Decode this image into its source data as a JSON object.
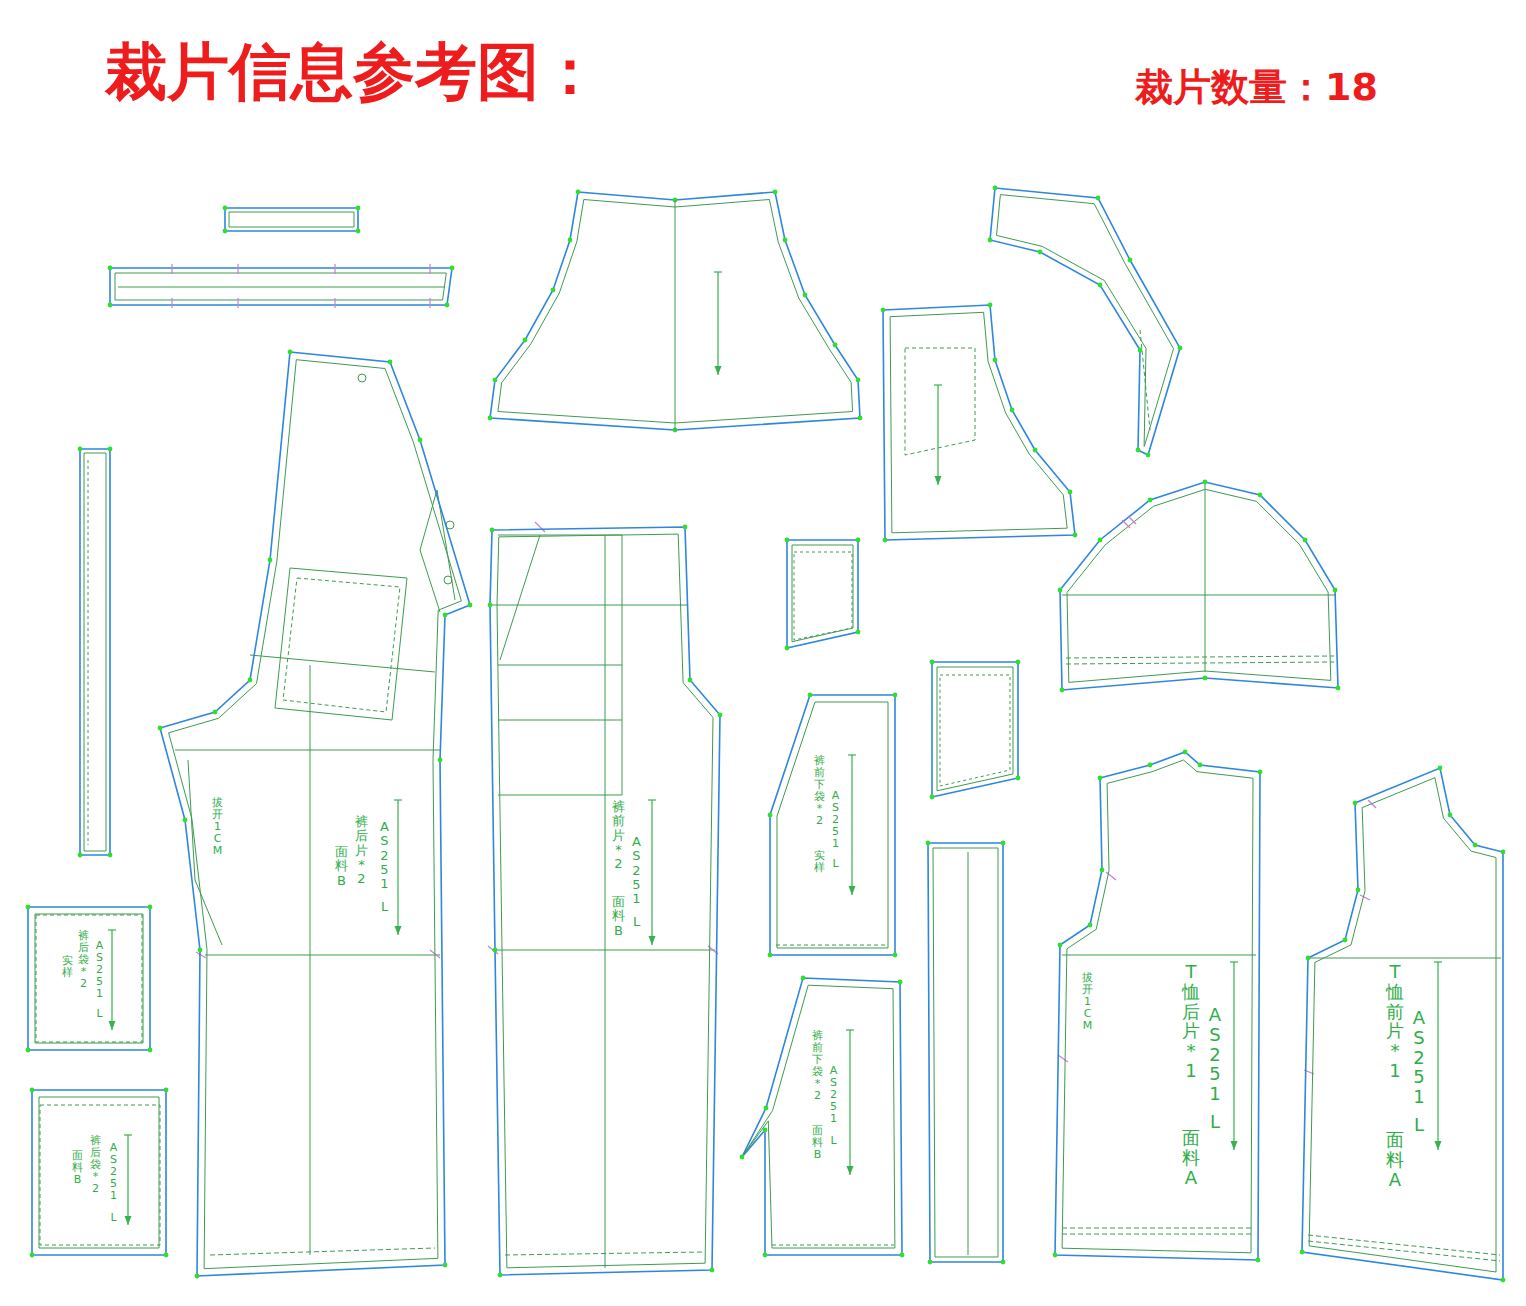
{
  "diagram": {
    "title": "裁片信息参考图：",
    "nodes": [
      {
        "text": [
          "AS251",
          "L",
          "裤后片*2",
          "面料B",
          "拔开1CM"
        ]
      },
      {
        "text": [
          "AS251",
          "L",
          "裤前片*2",
          "面料B"
        ]
      },
      {
        "text": [
          "AS251",
          "L",
          "裤前下袋*2",
          "实样"
        ]
      },
      {
        "text": [
          "AS251",
          "L",
          "T恤后片*1",
          "面料A",
          "拔开1CM"
        ]
      },
      {
        "text": [
          "AS251",
          "L",
          "T恤前片*1",
          "面料A"
        ]
      },
      {
        "text": [
          "AS251",
          "L",
          "裤后袋*2",
          "实样"
        ]
      },
      {
        "text": [
          "AS251",
          "L",
          "裤前下袋*2",
          "面料B"
        ]
      },
      {
        "text": [
          "AS251",
          "L",
          "裤后袋*2",
          "面料B"
        ]
      }
    ],
    "labels": [
      "裁片数量：18"
    ]
  }
}
